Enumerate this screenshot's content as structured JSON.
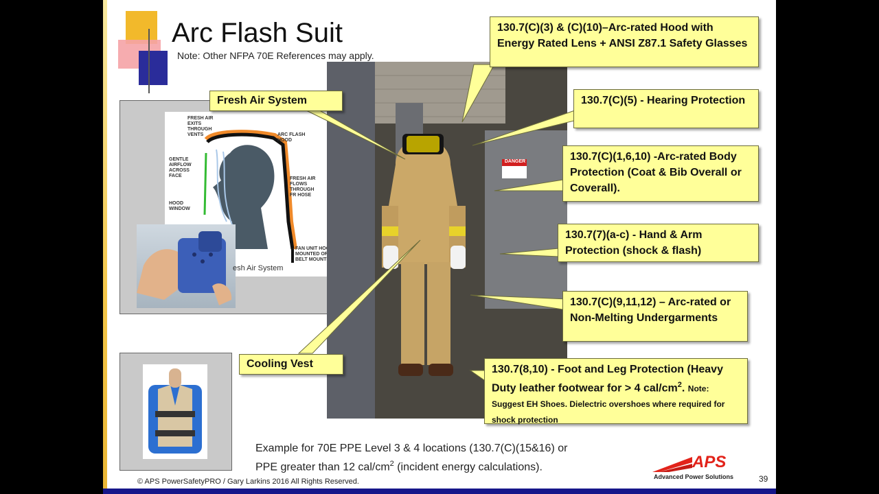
{
  "slide": {
    "title": "Arc Flash Suit",
    "note": "Note: Other NFPA 70E References may apply.",
    "example_line1": "Example for 70E PPE Level 3 & 4 locations (130.7(C)(15&16) or",
    "example_line2_pre": "PPE greater than 12 cal/cm",
    "example_line2_sup": "2",
    "example_line2_post": " (incident energy calculations).",
    "copyright": "© APS PowerSafetyPRO / Gary Larkins 2016 All Rights Reserved.",
    "page_number": "39"
  },
  "logo": {
    "name": "APS",
    "tagline": "Advanced Power Solutions"
  },
  "fresh_air_diagram": {
    "labels": {
      "exits": "FRESH AIR EXITS THROUGH VENTS",
      "hood": "ARC FLASH HOOD",
      "airflow": "GENTLE AIRFLOW ACROSS FACE",
      "flows": "FRESH AIR FLOWS THROUGH FR HOSE",
      "window": "HOOD WINDOW",
      "fan": "FAN UNIT HOOD MOUNTED OR BELT MOUNTED"
    },
    "caption": "esh Air System"
  },
  "callouts": {
    "fresh_air": "Fresh Air System",
    "cooling_vest": "Cooling Vest",
    "hood": "130.7(C)(3) & (C)(10)–Arc-rated Hood with Energy Rated Lens + ANSI Z87.1 Safety Glasses",
    "hearing": "130.7(C)(5) - Hearing Protection",
    "body": "130.7(C)(1,6,10) -Arc-rated Body Protection (Coat & Bib Overall or Coverall).",
    "hand": "130.7(7)(a-c) - Hand & Arm Protection (shock & flash)",
    "under": "130.7(C)(9,11,12) – Arc-rated or Non-Melting Undergarments",
    "foot_main_pre": "130.7(8,10) - Foot and Leg Protection (Heavy Duty leather footwear for > 4 cal/cm",
    "foot_main_sup": "2",
    "foot_main_post": ".",
    "foot_note": "Note: Suggest EH Shoes. Dielectric overshoes where required for shock protection"
  },
  "photo": {
    "danger_sign": "DANGER"
  },
  "colors": {
    "callout_bg": "#ffff99",
    "accent_blue": "#16168a",
    "accent_yellow": "#f2b92b",
    "suit_tan": "#cba868",
    "logo_red": "#e2231a"
  }
}
